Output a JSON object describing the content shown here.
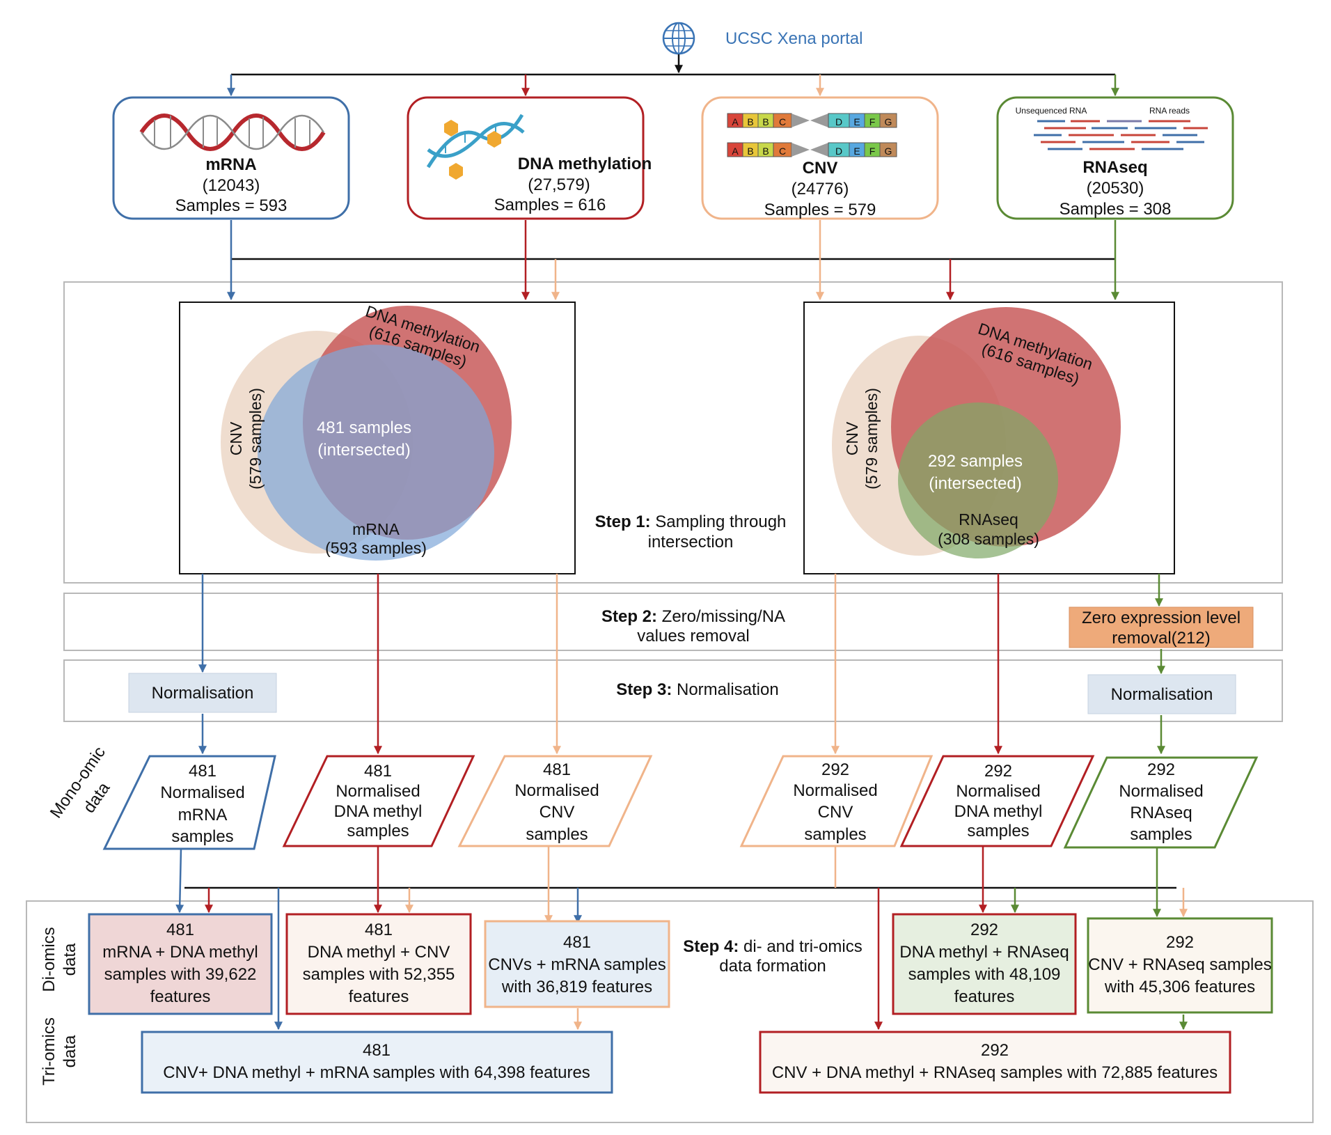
{
  "header": {
    "portal_label": "UCSC Xena portal",
    "portal_icon": "globe-icon"
  },
  "colors": {
    "mrna": "#3f6fa8",
    "methylation": "#b21f23",
    "cnv": "#f0b48a",
    "rnaseq": "#5a8a34",
    "black": "#111111",
    "panel_border": "#b8b8b8",
    "venn_cnv": "#e9d2bf",
    "venn_meth": "#c85a5a",
    "venn_mrna": "#8aaedc",
    "venn_rnaseq": "#8eb177",
    "normalisation_fill": "#dde6f0",
    "zero_expr_fill": "#eeaa7a"
  },
  "sources": {
    "mrna": {
      "title": "mRNA",
      "count": "(12043)",
      "samples": "Samples = 593",
      "icon": "dna-helix-icon"
    },
    "methylation": {
      "title": "DNA methylation",
      "count": "(27,579)",
      "samples": "Samples = 616",
      "icon": "dna-methylation-icon"
    },
    "cnv": {
      "title": "CNV",
      "count": "(24776)",
      "samples": "Samples = 579",
      "icon": "chromosome-segments-icon",
      "segment_labels_top": [
        "A",
        "B",
        "B",
        "C",
        "D",
        "E",
        "F",
        "G"
      ],
      "segment_labels_bottom": [
        "A",
        "B",
        "B",
        "C",
        "D",
        "E",
        "F",
        "G"
      ]
    },
    "rnaseq": {
      "title": "RNAseq",
      "count": "(20530)",
      "samples": "Samples = 308",
      "icon": "rna-reads-icon",
      "icon_label_left": "Unsequenced RNA",
      "icon_label_right": "RNA reads"
    }
  },
  "venn_left": {
    "methylation_label": "DNA methylation",
    "methylation_samples": "(616 samples)",
    "cnv_label": "CNV",
    "cnv_samples": "(579 samples)",
    "mrna_label": "mRNA",
    "mrna_samples": "(593 samples)",
    "intersect_count": "481 samples",
    "intersect_label": "(intersected)"
  },
  "venn_right": {
    "methylation_label": "DNA methylation",
    "methylation_samples": "(616 samples)",
    "cnv_label": "CNV",
    "cnv_samples": "(579 samples)",
    "rnaseq_label": "RNAseq",
    "rnaseq_samples": "(308 samples)",
    "intersect_count": "292 samples",
    "intersect_label": "(intersected)"
  },
  "steps": {
    "step1_bold": "Step 1:",
    "step1_text": "Sampling through",
    "step1_text2": "intersection",
    "step2_bold": "Step 2:",
    "step2_text": "Zero/missing/NA",
    "step2_text2": "values removal",
    "step3_bold": "Step 3:",
    "step3_text": "Normalisation",
    "step4_bold": "Step 4:",
    "step4_text": "di- and tri-omics",
    "step4_text2": "data formation"
  },
  "processing": {
    "normalisation_left": "Normalisation",
    "normalisation_right": "Normalisation",
    "zero_expr_line1": "Zero expression level",
    "zero_expr_line2": "removal(212)"
  },
  "side_labels": {
    "mono_line1": "Mono-omic",
    "mono_line2": "data",
    "di_line1": "Di-omics",
    "di_line2": "data",
    "tri_line1": "Tri-omics",
    "tri_line2": "data"
  },
  "mono_omic": [
    {
      "lines": [
        "481",
        "Normalised",
        "mRNA",
        "samples"
      ]
    },
    {
      "lines": [
        "481",
        "Normalised",
        "DNA methyl",
        "samples"
      ]
    },
    {
      "lines": [
        "481",
        "Normalised",
        "CNV",
        "samples"
      ]
    },
    {
      "lines": [
        "292",
        "Normalised",
        "CNV",
        "samples"
      ]
    },
    {
      "lines": [
        "292",
        "Normalised",
        "DNA methyl",
        "samples"
      ]
    },
    {
      "lines": [
        "292",
        "Normalised",
        "RNAseq",
        "samples"
      ]
    }
  ],
  "di_omics": [
    {
      "lines": [
        "481",
        "mRNA + DNA methyl",
        "samples with 39,622",
        "features"
      ]
    },
    {
      "lines": [
        "481",
        "DNA methyl + CNV",
        "samples with 52,355",
        "features"
      ]
    },
    {
      "lines": [
        "481",
        "CNVs + mRNA samples",
        "with 36,819 features"
      ]
    },
    {
      "lines": [
        "292",
        "DNA methyl + RNAseq",
        "samples with 48,109",
        "features"
      ]
    },
    {
      "lines": [
        "292",
        "CNV + RNAseq samples",
        "with 45,306 features"
      ]
    }
  ],
  "tri_omics": [
    {
      "lines": [
        "481",
        "CNV+ DNA methyl + mRNA samples with 64,398 features"
      ]
    },
    {
      "lines": [
        "292",
        "CNV + DNA methyl + RNAseq samples with 72,885 features"
      ]
    }
  ]
}
